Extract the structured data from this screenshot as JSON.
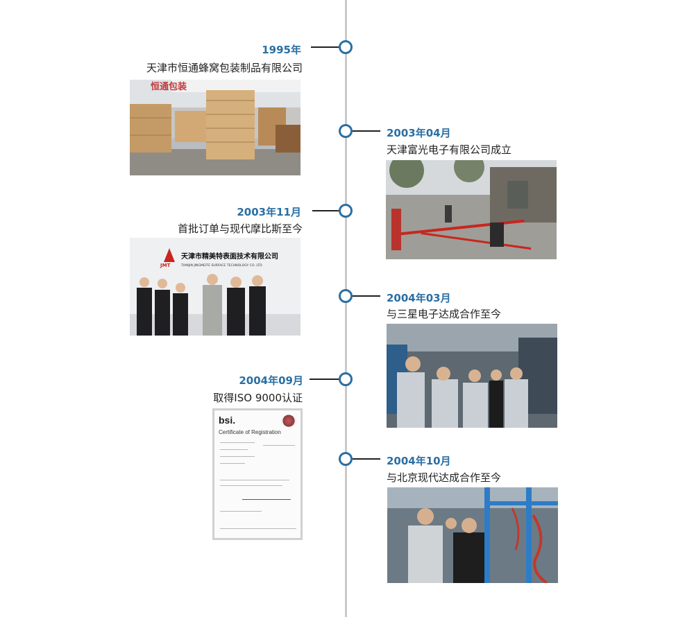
{
  "timeline": {
    "events": [
      {
        "year": "1995年",
        "desc": "天津市恒通蜂窝包装制品有限公司"
      },
      {
        "year": "2003年04月",
        "desc": "天津富光电子有限公司成立"
      },
      {
        "year": "2003年11月",
        "desc": "首批订单与现代摩比斯至今"
      },
      {
        "year": "2004年03月",
        "desc": "与三星电子达成合作至今"
      },
      {
        "year": "2004年09月",
        "desc": "取得ISO 9000认证"
      },
      {
        "year": "2004年10月",
        "desc": "与北京现代达成合作至今"
      }
    ]
  },
  "photos": {
    "p1995": {
      "sign": "恒通包装"
    },
    "p2003_11": {
      "company_cn": "天津市精美特表面技术有限公司",
      "company_en": "TIANJIN JINGMEITE SURFACE TECHNOLOGY CO. LTD",
      "logo": "JMT"
    },
    "cert": {
      "brand": "bsi.",
      "title": "Certificate of Registration"
    }
  },
  "colors": {
    "accent": "#2a6fa3",
    "axis": "#c9c9c9",
    "connector": "#1f1f1f"
  }
}
